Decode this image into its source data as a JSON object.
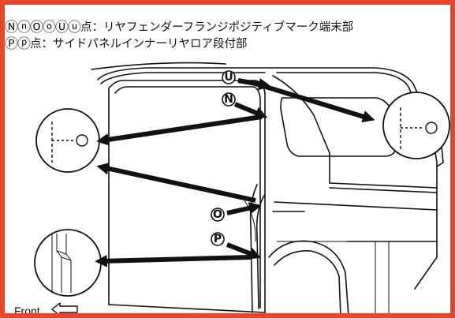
{
  "captions": {
    "line1": {
      "markers": "ⓃⓝⓄⓞⓊⓤ",
      "text": "点：リヤフェンダーフランジポジティブマーク端末部"
    },
    "line2": {
      "markers": "Ⓟⓟ",
      "text": "点：サイドパネルインナーリヤロア段付部"
    }
  },
  "point_labels": {
    "u": "U",
    "n": "N",
    "o": "O",
    "p": "P"
  },
  "front_label": "Front",
  "colors": {
    "border": "#e8462a",
    "ink": "#111111",
    "background": "#ffffff"
  },
  "icons": {
    "front_arrow": "left-arrow-outline-icon"
  }
}
